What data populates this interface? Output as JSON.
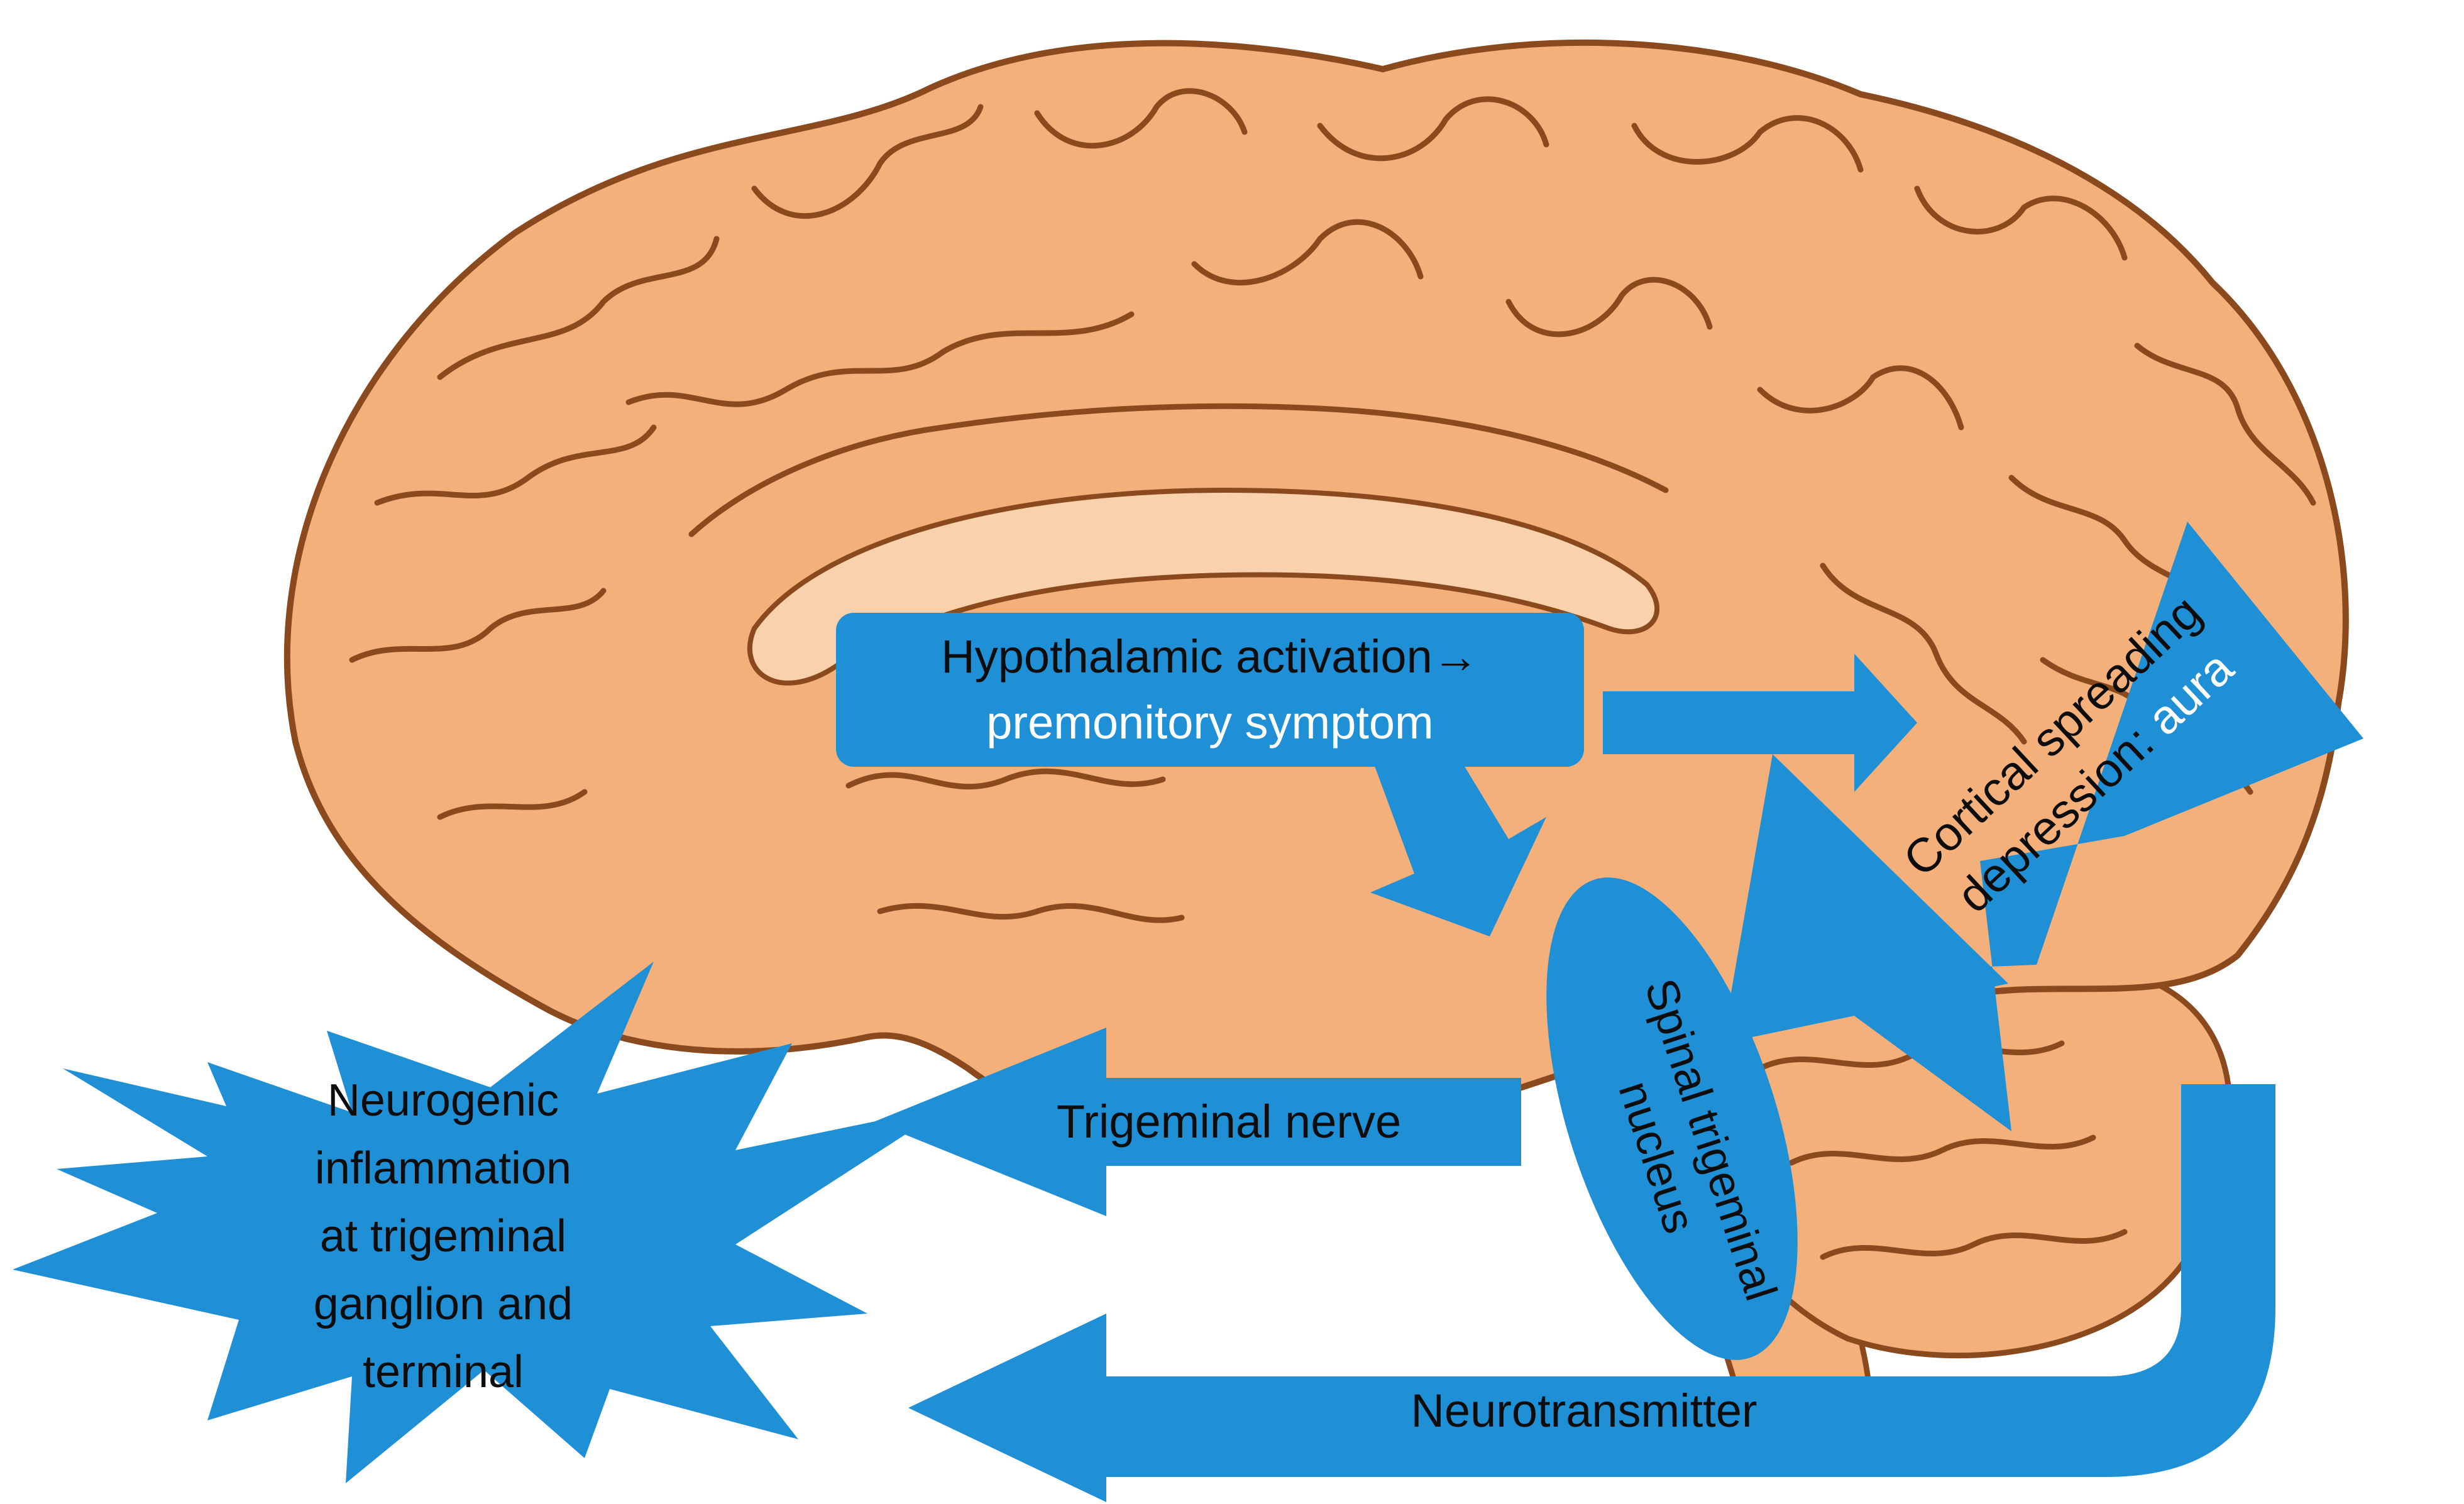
{
  "colors": {
    "brain_fill": "#f4b07a",
    "brain_light": "#f9d2ad",
    "brain_outline": "#8a4a1e",
    "accent_blue": "#1f8fd6",
    "text_dark": "#0d0d0d",
    "text_white": "#ffffff"
  },
  "icons": {
    "brain": "brain-sagittal-illustration",
    "burst": "starburst-shape"
  },
  "hypothalamus": {
    "line1": "Hypothalamic activation→",
    "line2": "premonitory symptom"
  },
  "cortical": {
    "line1": "Cortical spreading",
    "line2_prefix": "depression: ",
    "line2_highlight": "aura"
  },
  "spinal": {
    "line1": "Spinal trigeminal",
    "line2": "nucleus"
  },
  "trigeminal_nerve": "Trigeminal nerve",
  "neurotransmitter": "Neurotransmitter",
  "inflammation": {
    "lines": [
      "Neurogenic",
      "inflammation",
      "at trigeminal",
      "ganglion and",
      "terminal"
    ]
  }
}
